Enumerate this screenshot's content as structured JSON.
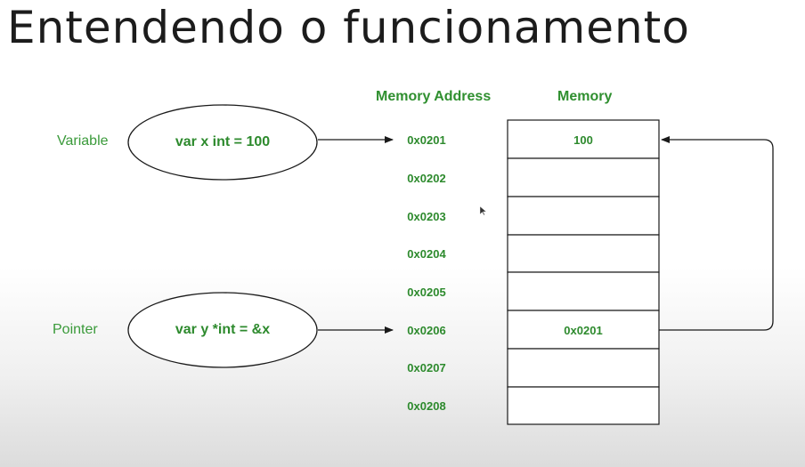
{
  "title": "Entendendo o funcionamento",
  "headers": {
    "address": "Memory Address",
    "memory": "Memory"
  },
  "variable": {
    "label": "Variable",
    "code": "var x int = 100"
  },
  "pointer": {
    "label": "Pointer",
    "code": "var y *int = &x"
  },
  "addresses": [
    "0x0201",
    "0x0202",
    "0x0203",
    "0x0204",
    "0x0205",
    "0x0206",
    "0x0207",
    "0x0208"
  ],
  "memory_values": [
    "100",
    "",
    "",
    "",
    "",
    "0x0201",
    "",
    ""
  ],
  "colors": {
    "label_green": "#2d8a2d",
    "title": "#1c1c1c",
    "stroke": "#1a1a1a"
  }
}
